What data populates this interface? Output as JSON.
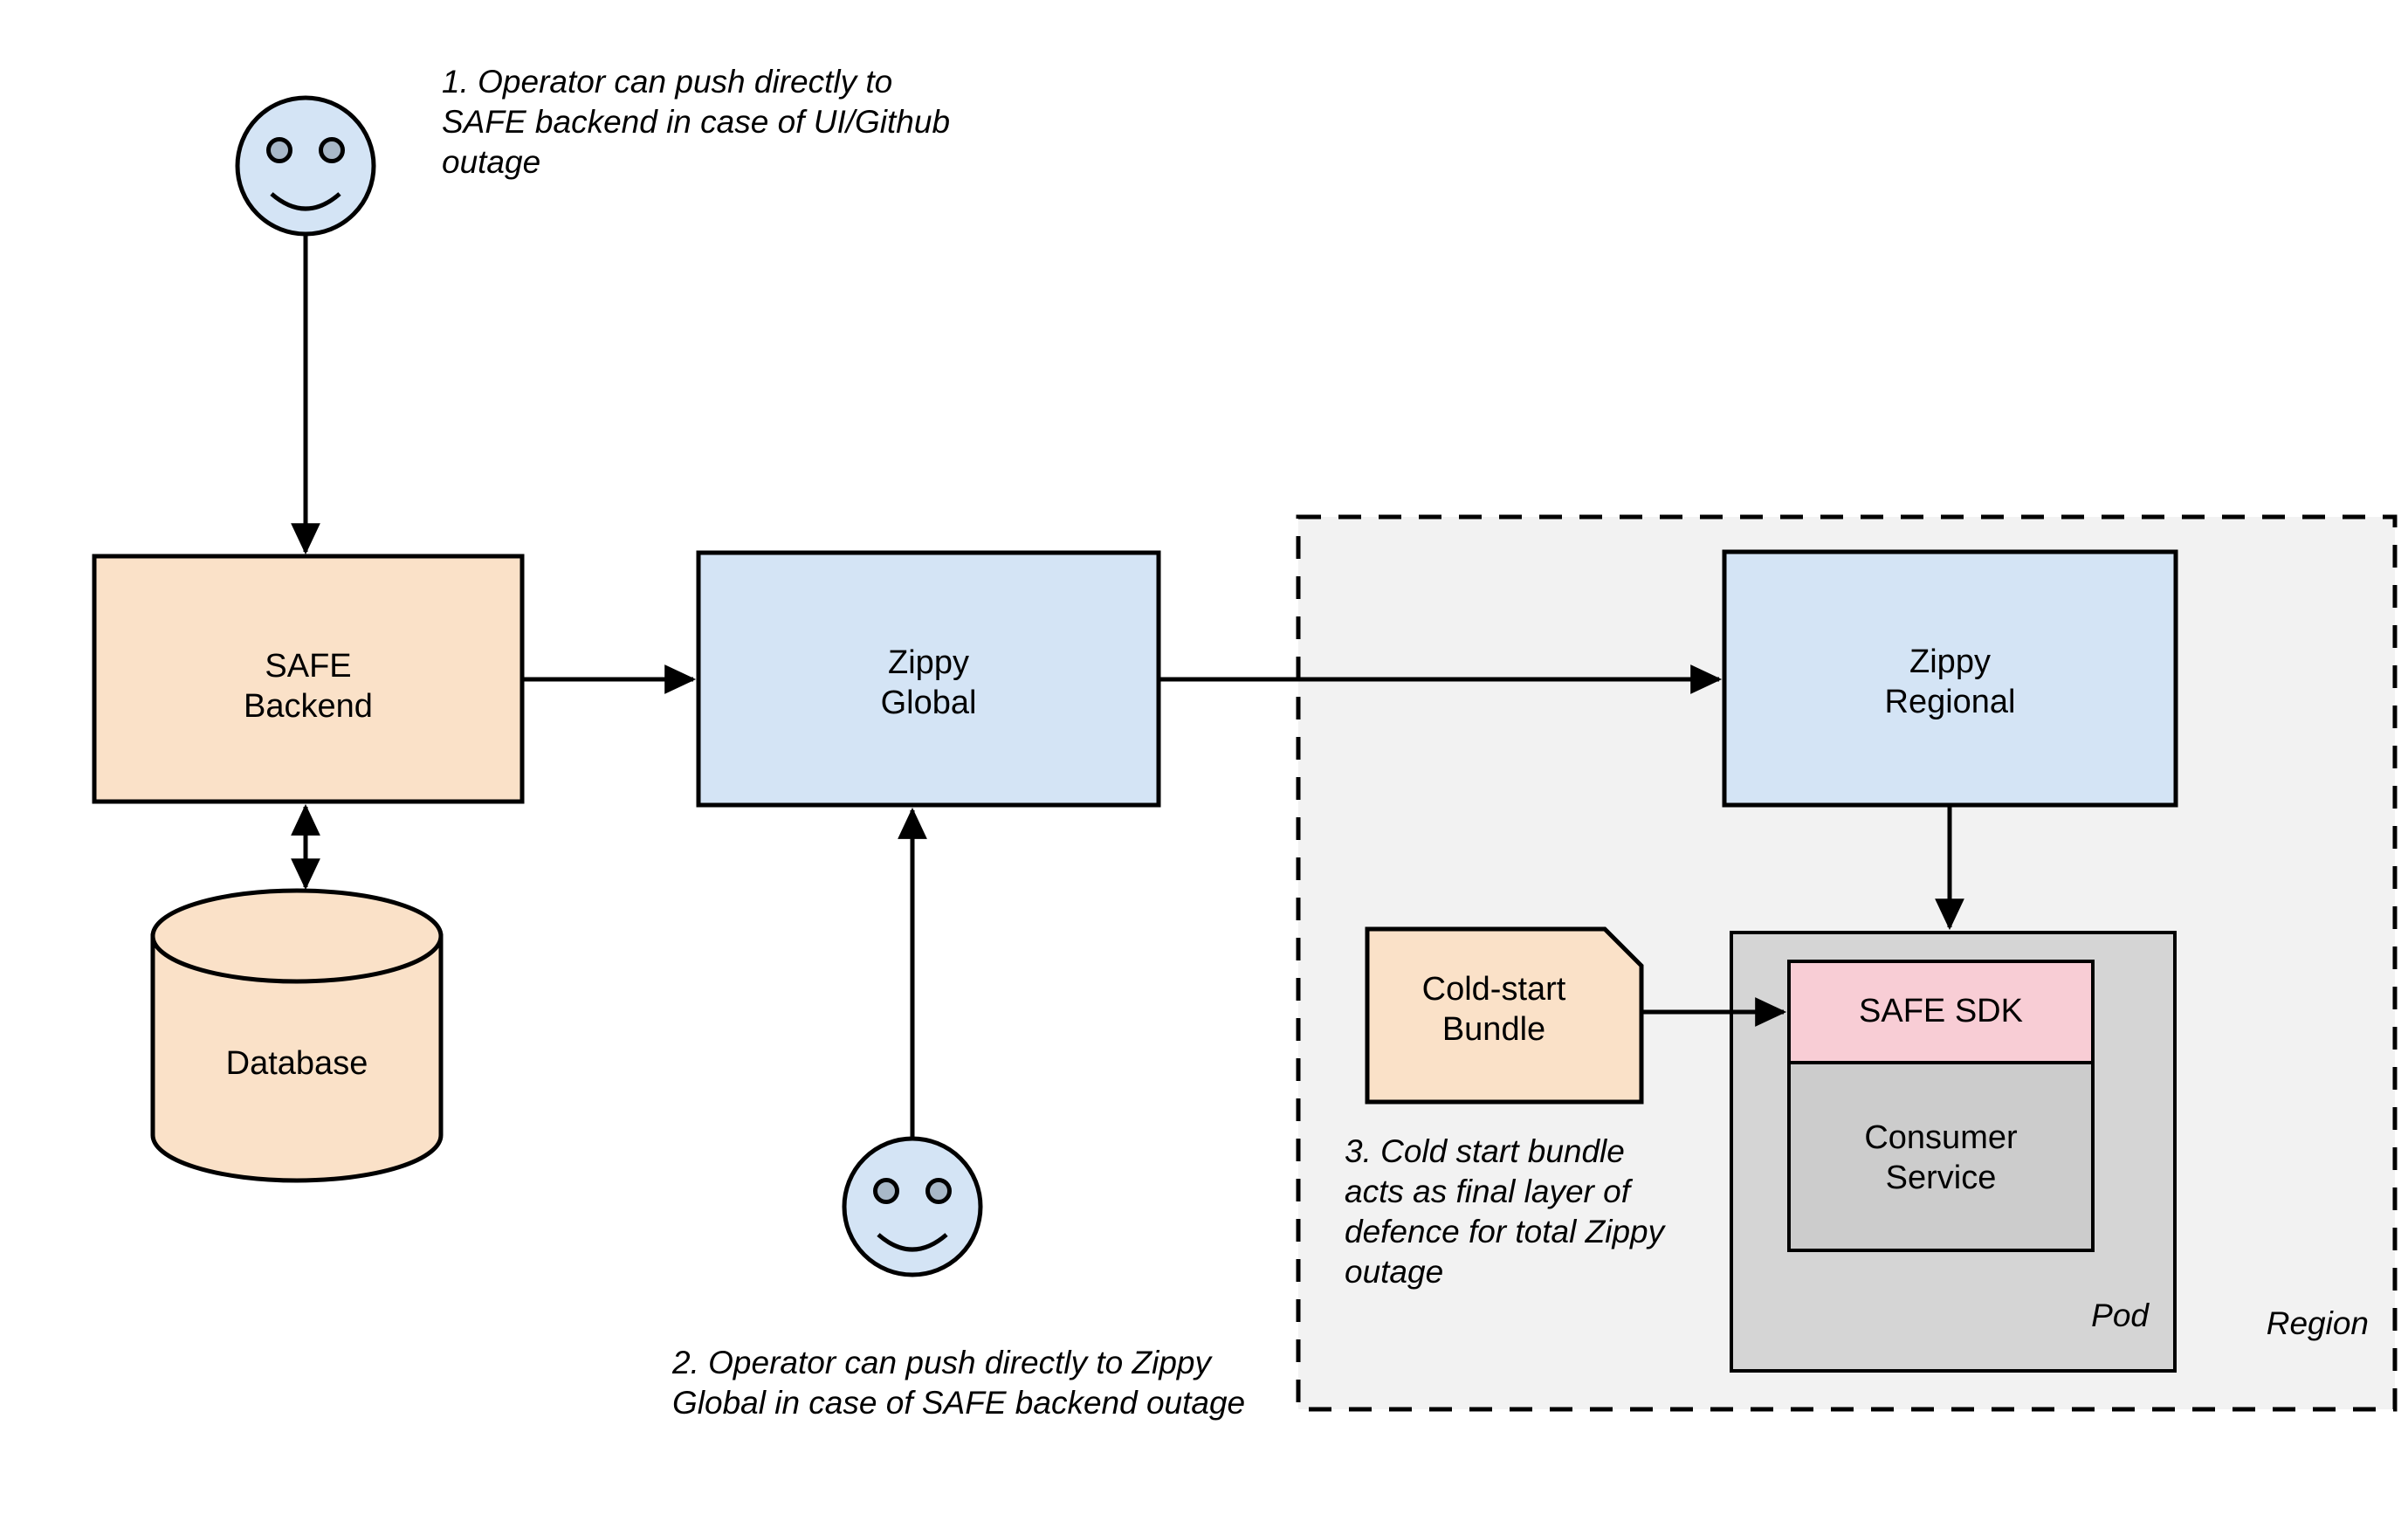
{
  "diagram": {
    "title": "SAFE / Zippy multi-layer resilience architecture",
    "background": "#ffffff",
    "colors": {
      "peach_fill": "#fae1c8",
      "blue_fill": "#d4e4f5",
      "pink_fill": "#f8cdd5",
      "region_fill": "#f2f2f2",
      "pod_fill": "#d5d5d5",
      "consumer_fill": "#cccccc",
      "stroke": "#000000",
      "eye_fill": "#a8b8c8"
    }
  },
  "nodes": {
    "operator_one": {
      "name": "operator-smiley-1",
      "type": "actor"
    },
    "operator_two": {
      "name": "operator-smiley-2",
      "type": "actor"
    },
    "safe_backend": {
      "label": "SAFE\nBackend",
      "fill": "#fae1c8"
    },
    "database": {
      "label": "Database",
      "fill": "#fae1c8",
      "shape": "cylinder"
    },
    "zippy_global": {
      "label": "Zippy\nGlobal",
      "fill": "#d4e4f5"
    },
    "zippy_regional": {
      "label": "Zippy\nRegional",
      "fill": "#d4e4f5"
    },
    "cold_start_bundle": {
      "label": "Cold-start\nBundle",
      "fill": "#fae1c8",
      "shape": "note"
    },
    "safe_sdk": {
      "label": "SAFE SDK",
      "fill": "#f8cdd5"
    },
    "consumer_service": {
      "label": "Consumer\nService",
      "fill": "#cccccc"
    }
  },
  "containers": {
    "region": {
      "label": "Region",
      "fill": "#f2f2f2",
      "border": "dashed"
    },
    "pod": {
      "label": "Pod",
      "fill": "#d5d5d5",
      "border": "solid"
    }
  },
  "annotations": {
    "note_one": "1. Operator can push directly to SAFE backend in case of UI/Github outage",
    "note_two": "2. Operator can push directly to Zippy Global in case of SAFE backend outage",
    "note_three": "3. Cold start bundle acts as final layer of defence for total Zippy outage"
  },
  "edges": [
    {
      "name": "operator1-to-safe-backend",
      "from": "operator_one",
      "to": "safe_backend",
      "direction": "one-way"
    },
    {
      "name": "safe-backend-to-database",
      "from": "safe_backend",
      "to": "database",
      "direction": "two-way"
    },
    {
      "name": "safe-backend-to-zippy-global",
      "from": "safe_backend",
      "to": "zippy_global",
      "direction": "one-way"
    },
    {
      "name": "operator2-to-zippy-global",
      "from": "operator_two",
      "to": "zippy_global",
      "direction": "one-way"
    },
    {
      "name": "zippy-global-to-zippy-regional",
      "from": "zippy_global",
      "to": "zippy_regional",
      "direction": "one-way"
    },
    {
      "name": "zippy-regional-to-pod",
      "from": "zippy_regional",
      "to": "pod",
      "direction": "one-way"
    },
    {
      "name": "cold-start-bundle-to-safe-sdk",
      "from": "cold_start_bundle",
      "to": "safe_sdk",
      "direction": "one-way"
    }
  ]
}
